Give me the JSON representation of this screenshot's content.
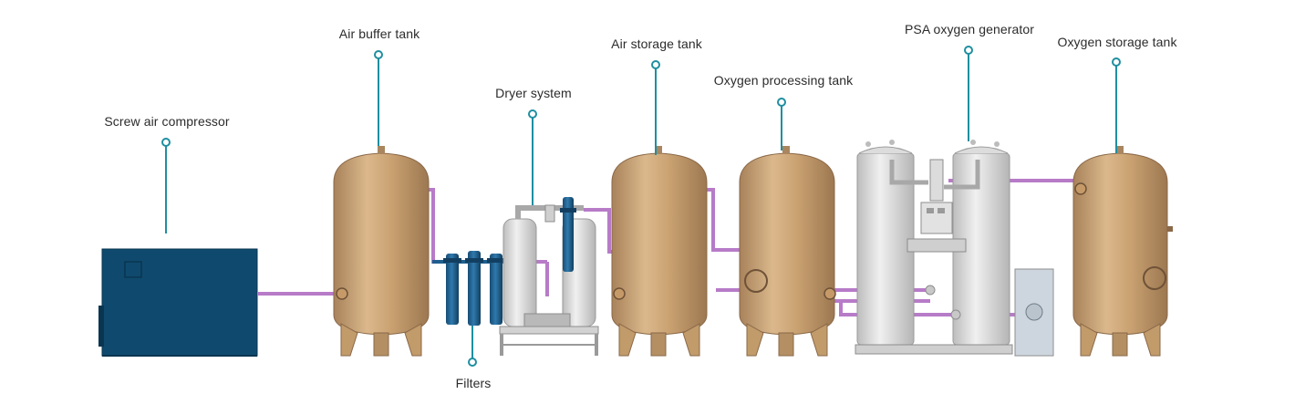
{
  "labels": {
    "compressor": "Screw air compressor",
    "buffer_tank": "Air buffer tank",
    "dryer": "Dryer system",
    "air_storage": "Air storage tank",
    "oxygen_processing": "Oxygen processing tank",
    "psa_generator": "PSA oxygen generator",
    "oxygen_storage": "Oxygen storage tank",
    "filters": "Filters"
  },
  "colors": {
    "leader": "#1f8fa0",
    "pipe": "#b77bc8",
    "tank": "#c9a273",
    "compressor": "#0f4a6e",
    "filter": "#1e5f8e",
    "steel": "#d7d7d7"
  }
}
